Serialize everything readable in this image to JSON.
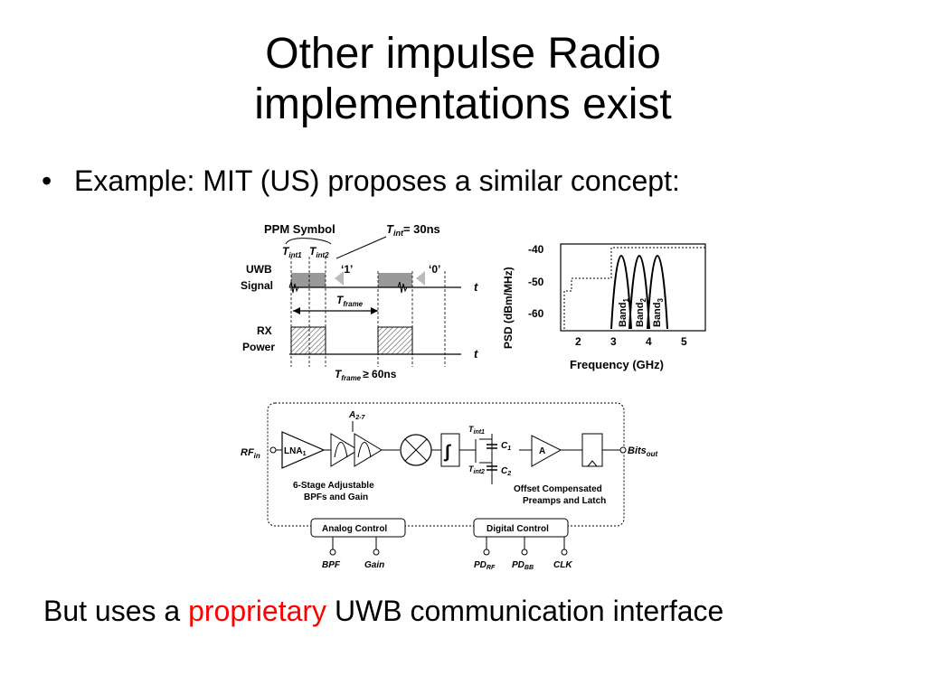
{
  "slide": {
    "title_line1": "Other impulse Radio",
    "title_line2": "implementations exist",
    "bullet": "Example: MIT (US) proposes a similar concept:",
    "footer_prefix": "But uses a ",
    "footer_accent": "proprietary",
    "footer_suffix": " UWB communication interface",
    "accent_color": "#ff0000"
  },
  "timing_figure": {
    "ppm_symbol": "PPM Symbol",
    "tint_eq": "= 30ns",
    "uwb": "UWB",
    "signal": "Signal",
    "rx": "RX",
    "power": "Power",
    "sym1": "‘1’",
    "sym0": "‘0’",
    "t_axis": "t",
    "tframe_ge": "≥ 60ns",
    "T": "T",
    "sub_int": "int",
    "sub_int1": "int1",
    "sub_int2": "int2",
    "sub_frame": "frame"
  },
  "psd_chart": {
    "ylabel": "PSD (dBm/MHz)",
    "xlabel": "Frequency (GHz)",
    "y_ticks": [
      "-40",
      "-50",
      "-60"
    ],
    "x_ticks": [
      "2",
      "3",
      "4",
      "5"
    ],
    "band_word": "Band",
    "band_subs": [
      "1",
      "2",
      "3"
    ]
  },
  "block_diagram": {
    "rf_in": "RF",
    "rf_in_sub": "in",
    "lna": "LNA",
    "lna_sub": "1",
    "a_label": "A",
    "a_sub": "2-7",
    "bpf_caption_1": "6-Stage Adjustable",
    "bpf_caption_2": "BPFs and Gain",
    "t_int1": "T",
    "t_int1_sub": "int1",
    "t_int2": "T",
    "t_int2_sub": "int2",
    "c1": "C",
    "c1_sub": "1",
    "c2": "C",
    "c2_sub": "2",
    "amp": "A",
    "offset_1": "Offset Compensated",
    "offset_2": "Preamps and Latch",
    "bits_out": "Bits",
    "bits_out_sub": "out",
    "analog_control": "Analog Control",
    "digital_control": "Digital Control",
    "bpf": "BPF",
    "gain": "Gain",
    "pd_rf": "PD",
    "pd_rf_sub": "RF",
    "pd_bb": "PD",
    "pd_bb_sub": "BB",
    "clk": "CLK"
  }
}
